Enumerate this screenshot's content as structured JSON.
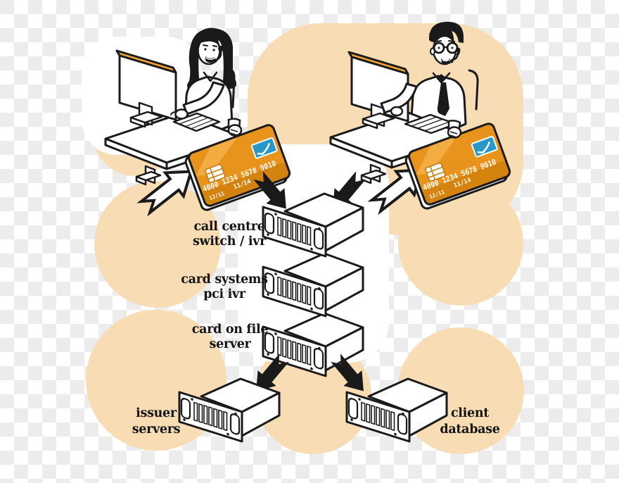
{
  "diagram": {
    "labels": {
      "call_switch": [
        "call centre",
        "switch / ivr"
      ],
      "card_systems": [
        "card systems",
        "pci ivr"
      ],
      "card_on_file": [
        "card on file",
        "server"
      ],
      "issuer": [
        "issuer",
        "servers"
      ],
      "client": [
        "client",
        "database"
      ]
    },
    "card": {
      "number": "4000 1234 5678 9010",
      "expiry_small": "12/11",
      "expiry_large": "11/14"
    },
    "icons": {
      "input_arrow_left": "arrow-up-right-outline-icon",
      "input_arrow_right": "arrow-up-right-outline-icon",
      "card_to_switch_left": "arrow-down-right-icon",
      "card_to_switch_right": "arrow-down-left-icon",
      "server_to_issuer": "arrow-down-left-icon",
      "server_to_client": "arrow-down-right-icon",
      "card_chip": "card-chip-icon",
      "card_brand_mark": "brand-swoosh-icon",
      "agent_headset": "headset-icon"
    },
    "colors": {
      "background_checker": "#ECECEC",
      "circle_peach": "#F8DDB4",
      "card_orange": "#E8941C",
      "card_orange_light": "#F3AC42",
      "card_orange_dark": "#D5830F",
      "monitor_orange": "#F0A338",
      "brand_blue": "#2898C8",
      "ink": "#1A1A1A"
    }
  }
}
